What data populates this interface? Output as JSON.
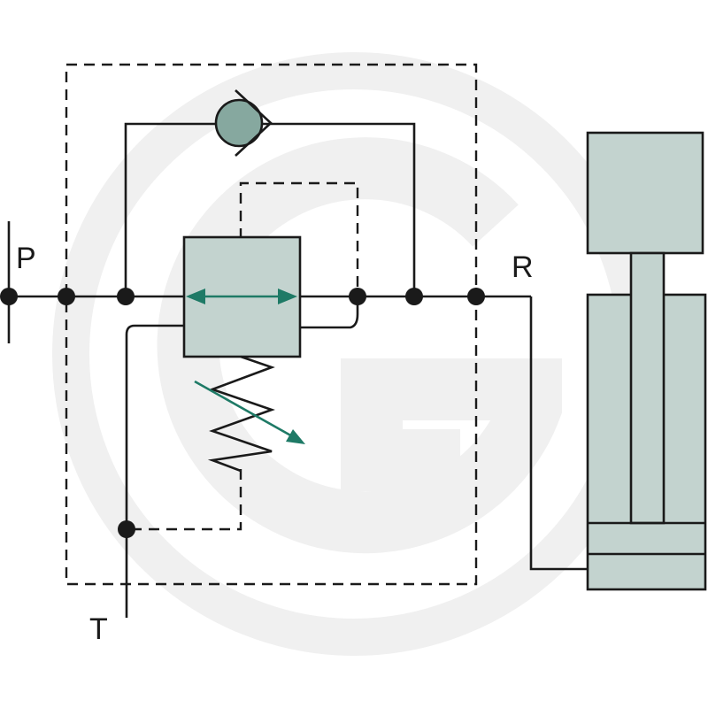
{
  "ports": {
    "pressure_label": "P",
    "tank_label": "T",
    "return_label": "R"
  },
  "colors": {
    "line": "#1a1a1a",
    "valve_fill": "#c3d3cf",
    "check_ball": "#86a89f",
    "accent_arrow": "#1e7a66",
    "watermark": "#eeeeee"
  },
  "icons": {
    "watermark": "g-logo-watermark-icon",
    "check_valve": "check-valve-icon",
    "spring": "adjustable-spring-icon",
    "cylinder": "hydraulic-cylinder-icon"
  }
}
